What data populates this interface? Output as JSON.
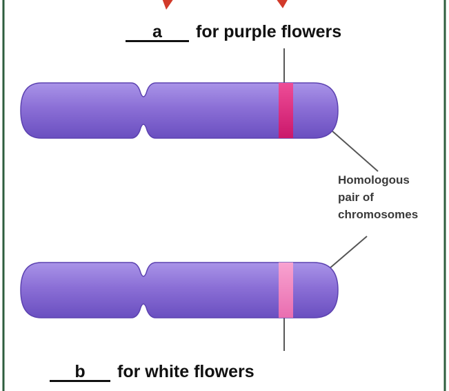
{
  "labels": {
    "top_blank": "a",
    "top_text": "for purple flowers",
    "bottom_blank": "b",
    "bottom_text": "for white flowers",
    "pair_line1": "Homologous",
    "pair_line2": "pair of",
    "pair_line3": "chromosomes"
  },
  "colors": {
    "chromosome": "#8b6fd6",
    "chromosome_dark": "#6a4fc0",
    "band_purple_allele": "#e0207a",
    "band_white_allele": "#f07ab8",
    "leader_line": "#555555",
    "frame": "#2e5e3e",
    "top_accent": "#d23a2a"
  }
}
